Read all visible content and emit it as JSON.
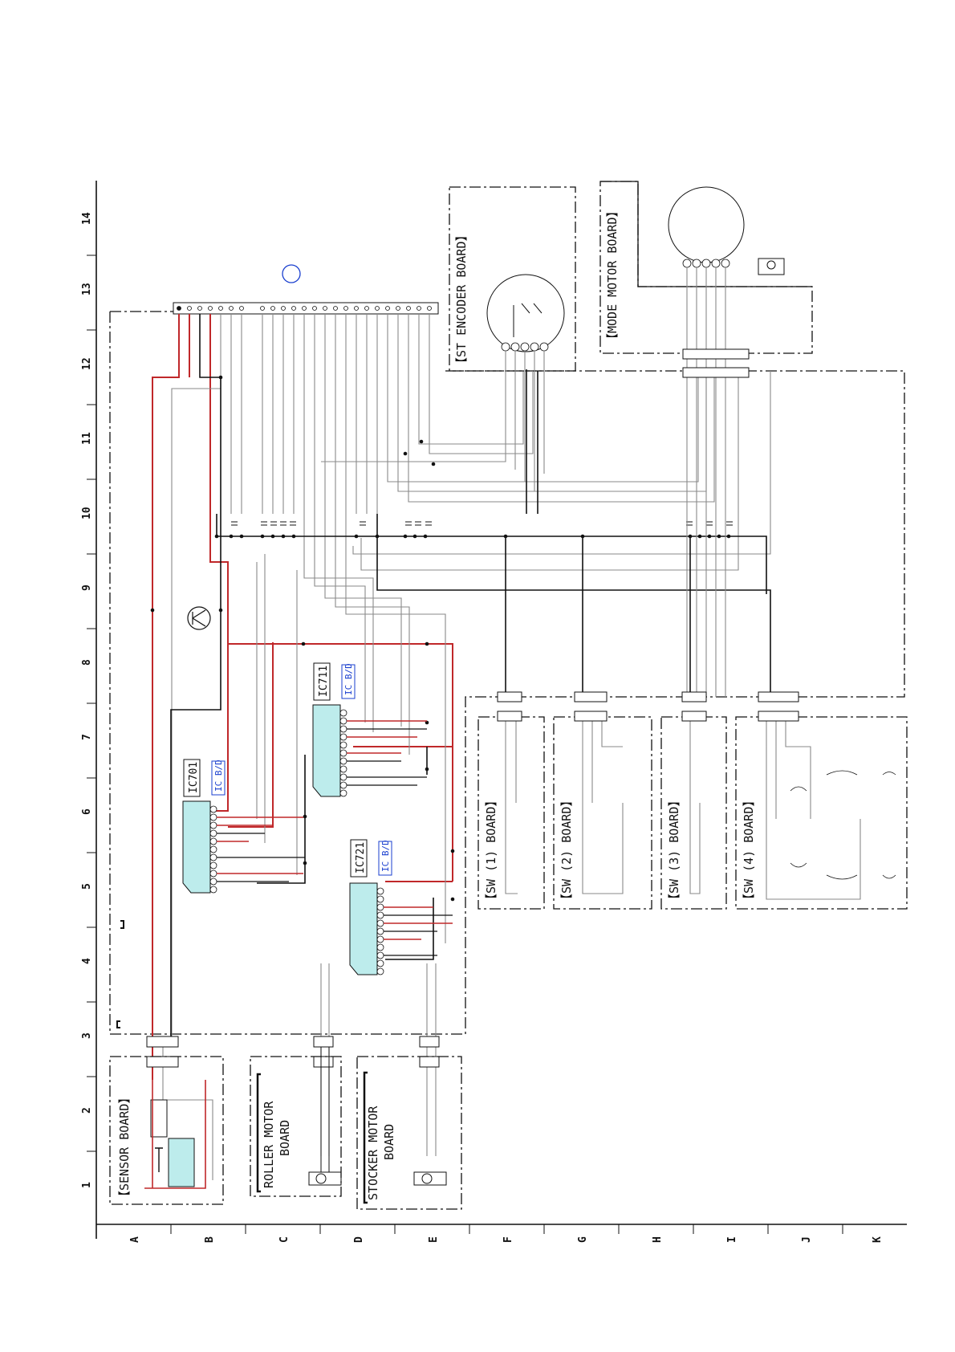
{
  "diagram": {
    "row_ticks": [
      "1",
      "2",
      "3",
      "4",
      "5",
      "6",
      "7",
      "8",
      "9",
      "10",
      "11",
      "12",
      "13",
      "14"
    ],
    "col_ticks": [
      "A",
      "B",
      "C",
      "D",
      "E",
      "F",
      "G",
      "H",
      "I",
      "J",
      "K"
    ],
    "boards": {
      "sensor": "【SENSOR BOARD】",
      "roller_a": "ROLLER MOTOR",
      "roller_b": "BOARD",
      "stocker_a": "STOCKER MOTOR",
      "stocker_b": "BOARD",
      "st_encoder": "【ST ENCODER BOARD】",
      "mode_motor": "【MODE MOTOR BOARD】",
      "sw1": "【SW (1) BOARD】",
      "sw2": "【SW (2) BOARD】",
      "sw3": "【SW (3) BOARD】",
      "sw4": "【SW (4) BOARD】"
    },
    "ics": {
      "ic701": "IC701",
      "ic711": "IC711",
      "ic721": "IC721",
      "ic_bd": "IC B/D"
    },
    "colors": {
      "line": "#111111",
      "red_trace": "#c0282a",
      "gray_trace": "#8a8a8a",
      "ic_fill": "#bdecec",
      "blue_text": "#1a3fcf"
    }
  }
}
